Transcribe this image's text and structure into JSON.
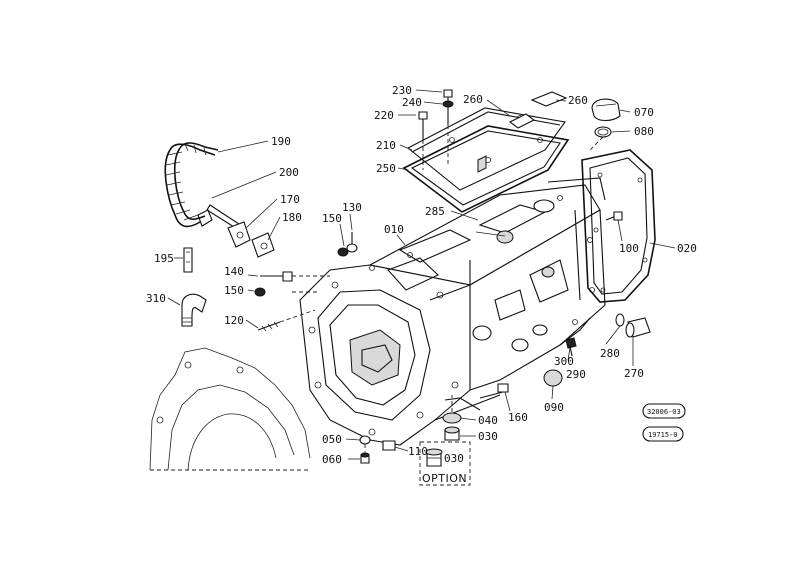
{
  "labels": {
    "p010": "010",
    "p020": "020",
    "p030a": "030",
    "p030b": "030",
    "p040": "040",
    "p050": "050",
    "p060": "060",
    "p070": "070",
    "p080": "080",
    "p090": "090",
    "p100": "100",
    "p110": "110",
    "p120": "120",
    "p130": "130",
    "p140": "140",
    "p150a": "150",
    "p150b": "150",
    "p160": "160",
    "p170": "170",
    "p180": "180",
    "p190": "190",
    "p195": "195",
    "p200": "200",
    "p210": "210",
    "p220": "220",
    "p230": "230",
    "p240": "240",
    "p250": "250",
    "p260a": "260",
    "p260b": "260",
    "p270": "270",
    "p280": "280",
    "p285": "285",
    "p290": "290",
    "p300": "300",
    "p310": "310"
  },
  "option_label": "OPTION",
  "stamps": {
    "code1": "32006-03",
    "code2": "19715-0"
  }
}
